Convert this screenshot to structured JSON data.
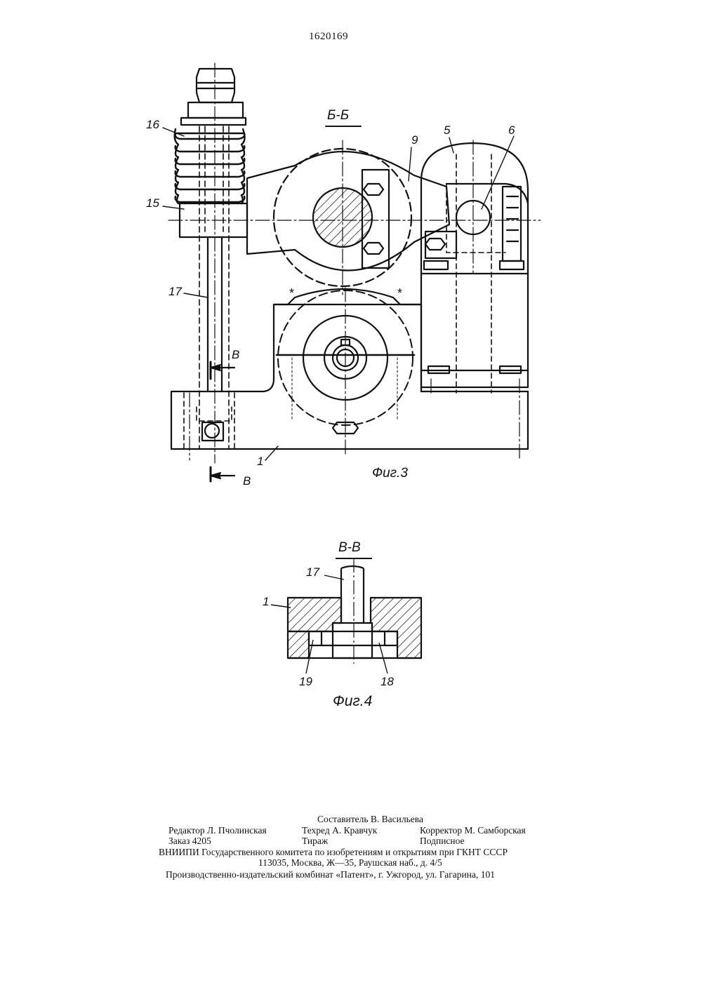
{
  "document": {
    "patent_number": "1620169"
  },
  "figure3": {
    "section_title": "Б-Б",
    "caption": "Фиг.3",
    "section_arrow_letter_1": "В",
    "section_arrow_letter_2": "В",
    "callouts": [
      "16",
      "15",
      "17",
      "9",
      "5",
      "6",
      "1"
    ]
  },
  "figure4": {
    "section_title": "В-В",
    "caption": "Фиг.4",
    "callouts": [
      "17",
      "1",
      "19",
      "18"
    ]
  },
  "colophon": {
    "compiler": "Составитель В. Васильева",
    "editor": "Редактор Л. Пчолинская",
    "techred": "Техред А. Кравчук",
    "corrector": "Корректор М. Самборская",
    "order": "Заказ 4205",
    "circulation": "Тираж",
    "subscription": "Подписное",
    "institute": "ВНИИПИ Государственного комитета по изобретениям и открытиям при ГКНТ СССР",
    "address": "113035, Москва, Ж—35, Раушская наб., д. 4/5",
    "printer": "Производственно-издательский комбинат «Патент», г. Ужгород, ул. Гагарина, 101"
  }
}
